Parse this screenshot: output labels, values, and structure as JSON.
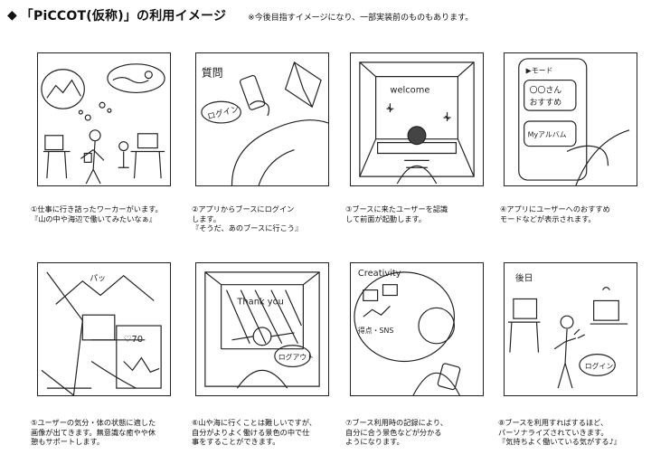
{
  "header": {
    "bullet": "◆",
    "title": "「PiCCOT(仮称)」の利用イメージ",
    "note": "※今後目指すイメージになり、一部実装前のものもあります。"
  },
  "panels": [
    {
      "caption": "①仕事に行き詰ったワーカーがいます。\n『山の中や海辺で働いてみたいなぁ』",
      "texts": []
    },
    {
      "caption": "②アプリからブースにログイン\nします。\n『そうだ、あのブースに行こう』",
      "texts": [
        "質問",
        "ログイン"
      ]
    },
    {
      "caption": "③ブースに来たユーザーを認識\n して前面が起動します。",
      "texts": [
        "welcome"
      ]
    },
    {
      "caption": "④アプリにユーザーへのおすすめ\n モードなどが表示されます。",
      "texts": [
        "▶モード",
        "〇〇さん",
        "おすすめ",
        "Myアルバム"
      ]
    },
    {
      "caption": "⑤ユーザーの気分・体の状態に適した\n画像が出てきます。無意識な癒やや休\n憩もサポートします。",
      "texts": [
        "パッ",
        "♡70"
      ]
    },
    {
      "caption": "⑥山や海に行くことは難しいですが、\n自分がよりよく働ける景色の中で仕\n事をすることができます。",
      "texts": [
        "Thank you",
        "ログアウト"
      ]
    },
    {
      "caption": "⑦ブース利用時の記録により、\n自分に合う景色などが分かる\nようになります。",
      "texts": [
        "Creativity",
        "得点・SNS"
      ]
    },
    {
      "caption": "⑧ブースを利用すればするほど、\n パーソナライズされていきます。\n『気持ちよく働いている気がする♪』",
      "texts": [
        "後日",
        "ログイン"
      ]
    }
  ]
}
